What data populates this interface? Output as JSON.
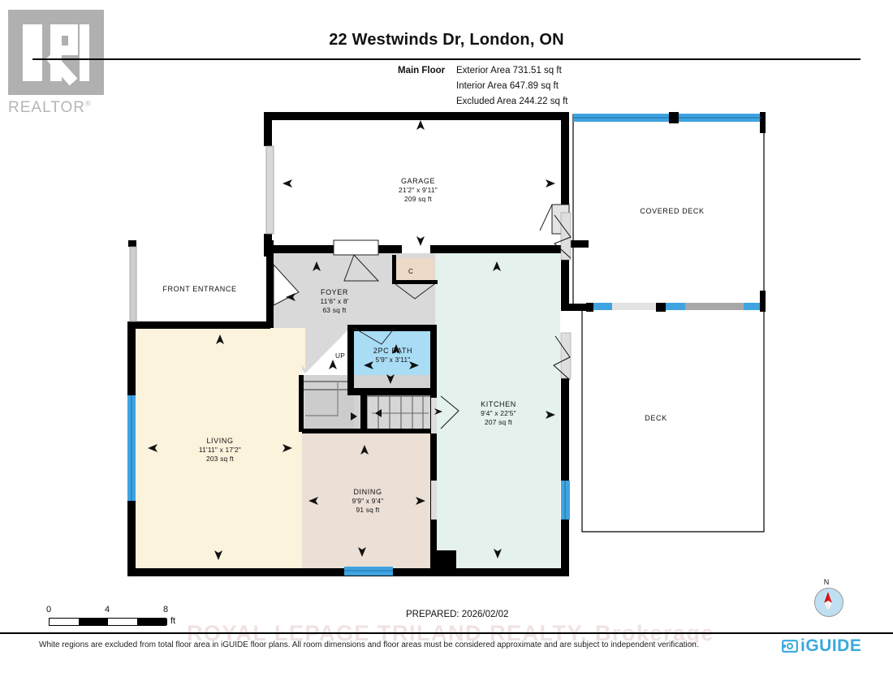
{
  "logo": {
    "brand": "REALTOR",
    "registered": "®"
  },
  "header": {
    "title": "22 Westwinds Dr, London, ON",
    "floor_label": "Main Floor",
    "exterior_area": "Exterior Area 731.51 sq ft",
    "interior_area": "Interior Area 647.89 sq ft",
    "excluded_area": "Excluded Area 244.22 sq ft"
  },
  "rooms": [
    {
      "name": "GARAGE",
      "dims": "21'2\" x 9'11\"",
      "area": "209 sq ft"
    },
    {
      "name": "FRONT ENTRANCE",
      "dims": "",
      "area": ""
    },
    {
      "name": "FOYER",
      "dims": "11'6\" x 8'",
      "area": "63 sq ft"
    },
    {
      "name": "2PC BATH",
      "dims": "5'9\" x 3'11\"",
      "area": ""
    },
    {
      "name": "KITCHEN",
      "dims": "9'4\" x 22'5\"",
      "area": "207 sq ft"
    },
    {
      "name": "LIVING",
      "dims": "11'11\" x 17'2\"",
      "area": "203 sq ft"
    },
    {
      "name": "DINING",
      "dims": "9'9\" x 9'4\"",
      "area": "91 sq ft"
    },
    {
      "name": "COVERED DECK",
      "dims": "",
      "area": ""
    },
    {
      "name": "DECK",
      "dims": "",
      "area": ""
    }
  ],
  "markers": {
    "closet": "C",
    "stairs_up": "UP"
  },
  "scale": {
    "t0": "0",
    "t1": "4",
    "t2": "8",
    "unit": "ft"
  },
  "footer": {
    "prepared": "PREPARED: 2026/02/02",
    "disclaimer": "White regions are excluded from total floor area in iGUIDE floor plans. All room dimensions and floor areas must be considered approximate and are subject to independent verification.",
    "watermark": "ROYAL LEPAGE TRILAND REALTY, Brokerage",
    "brand": "iGUIDE"
  },
  "compass": {
    "north": "N"
  },
  "colors": {
    "wall": "#000000",
    "living": "#fcf3dc",
    "dining": "#ece0d6",
    "kitchen": "#e4f1ec",
    "bath": "#a9dcf5",
    "foyer": "#d9d9d9",
    "closet": "#ecd9c6",
    "window": "#3fa3e0",
    "door": "#d9d9d9",
    "accent": "#3aa9dd",
    "logo_gray": "#b0b0b0"
  }
}
